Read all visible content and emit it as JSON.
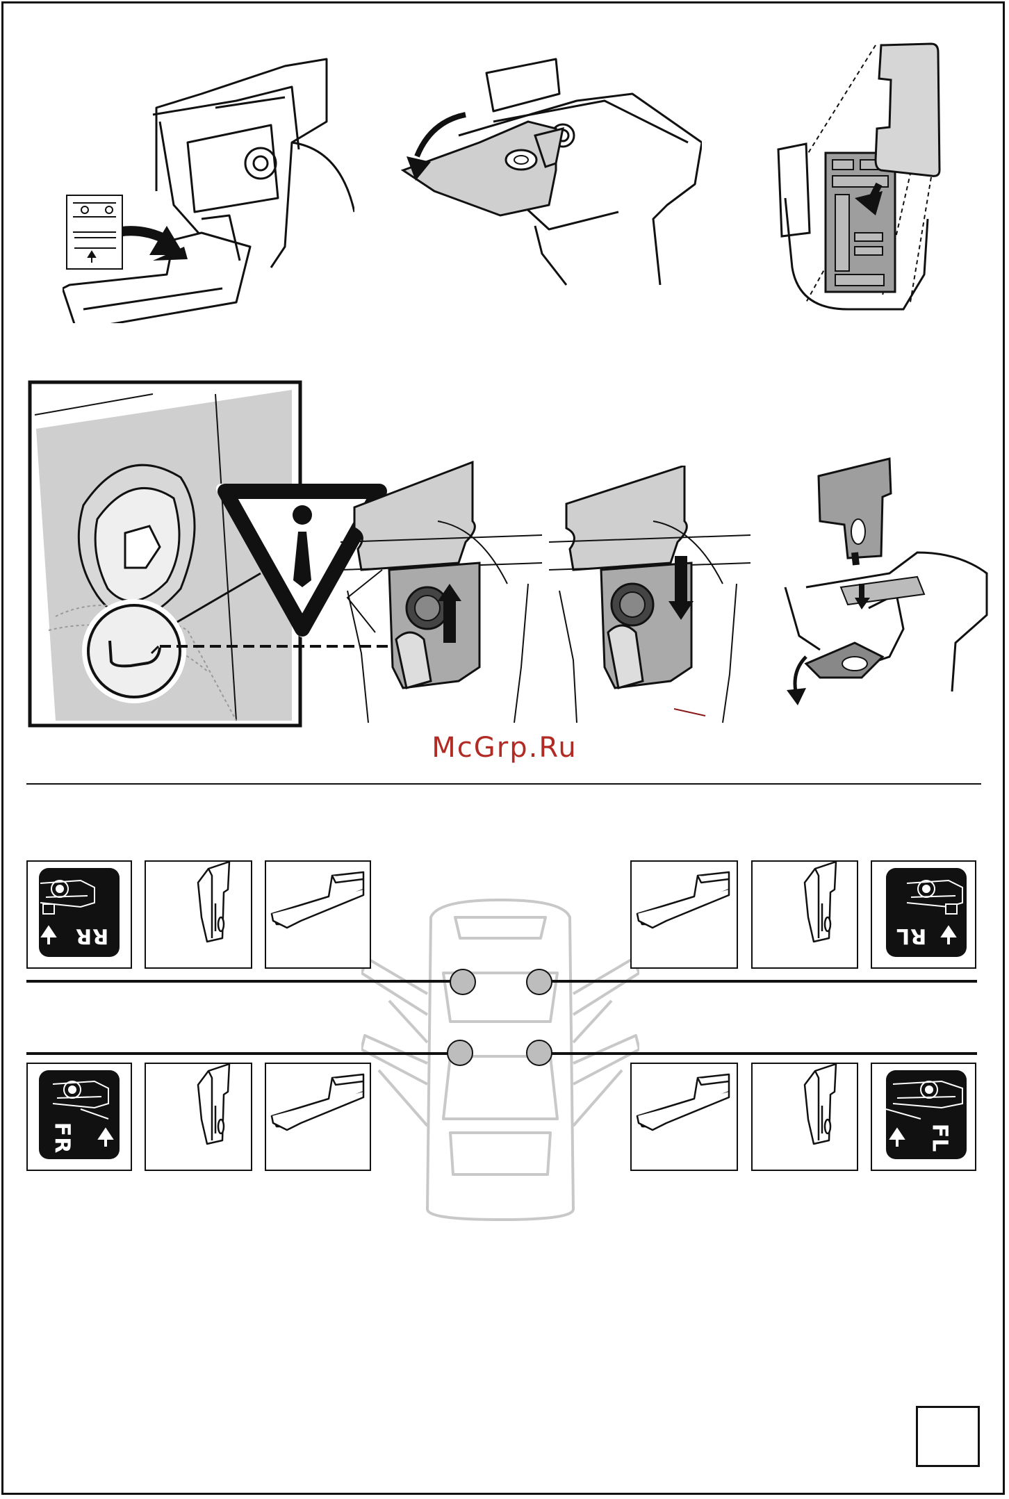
{
  "watermark": "McGrp.Ru",
  "position_labels": {
    "rear_right": "RR",
    "rear_left": "RL",
    "front_right": "FR",
    "front_left": "FL"
  },
  "colors": {
    "ink": "#111111",
    "panel_gray": "#cfcfcf",
    "light_gray": "#e3e3e3",
    "watermark_red": "#b22a24",
    "car_outline": "#c8c8c8",
    "marker_gray": "#bdbdbd"
  },
  "icons": {
    "warning": "info-warning-triangle-icon",
    "arrow": "arrow-icon"
  },
  "page_number": ""
}
